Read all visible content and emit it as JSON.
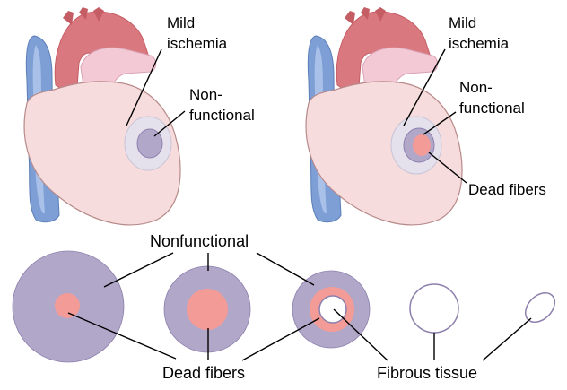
{
  "labels": {
    "heart1_mild": [
      "Mild",
      "ischemia"
    ],
    "heart1_nonfunctional": [
      "Non-",
      "functional"
    ],
    "heart2_mild": [
      "Mild",
      "ischemia"
    ],
    "heart2_nonfunctional": [
      "Non-",
      "functional"
    ],
    "heart2_dead": "Dead fibers",
    "nonfunctional": "Nonfunctional",
    "dead_fibers": "Dead fibers",
    "fibrous_tissue": "Fibrous tissue"
  },
  "colors": {
    "heart_body": "#f6dcdc",
    "heart_outline": "#b88a8a",
    "aorta": "#d9797f",
    "aorta_dark": "#c55d64",
    "vena_cava": "#7d9fd6",
    "vena_cava_light": "#a9c0e8",
    "pulmonary": "#f3c9d6",
    "mild_zone": "#e4e1ec",
    "nonfunctional": "#b1a7c9",
    "nonfunctional_dark": "#8d80ad",
    "dead": "#f39b96",
    "fibrous_outline": "#8d80ad"
  }
}
